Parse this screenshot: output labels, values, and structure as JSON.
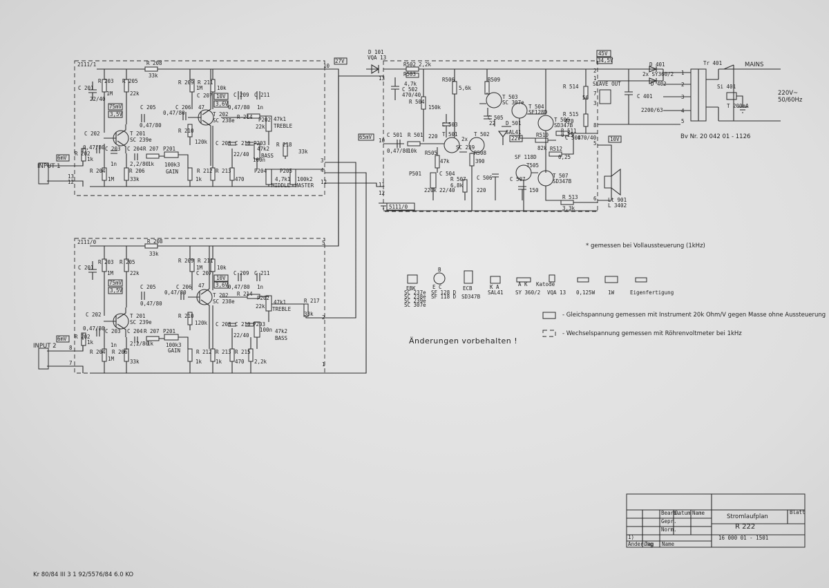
{
  "board1": {
    "id": "2111/1",
    "in_label": "INPUT 1",
    "in_level": "6mV",
    "r_labels": [
      "R 203",
      "R 205",
      "R 208",
      "R 209",
      "R 211",
      "R 202",
      "R 204",
      "R 206",
      "R 207",
      "R 210",
      "R 212",
      "R 213",
      "R 214",
      "R 218"
    ],
    "vals": [
      "1M",
      "22k",
      "33k",
      "1M",
      "10k",
      "1k",
      "1M",
      "33k",
      "1k",
      "120k",
      "1k",
      "470",
      "22k",
      "33k"
    ],
    "c_labels": [
      "C 201",
      "C 202",
      "C 203",
      "C 204",
      "C 205",
      "C 206",
      "C 207",
      "C 208",
      "C 209",
      "C 210",
      "C 211"
    ],
    "c_vals": [
      "22/40",
      "0,47/80",
      "1n",
      "2,2/80",
      "0,47/80",
      "0,47/80",
      "47",
      "",
      "0,47/80",
      "22/40",
      "1n"
    ],
    "t1": "T 201",
    "t1n": "SC 239e",
    "t2": "T 202",
    "t2n": "SC 238e",
    "v1": "75mV",
    "v2": "3,5V",
    "v3": "10V",
    "v4": "3,6V",
    "gain": "GAIN",
    "gain_val": "100k3",
    "treble": "TREBLE",
    "treble_pot": "P202",
    "treble_val": "47k1",
    "bass": "BASS",
    "bass_pot": "P203",
    "bass_val": "47k2",
    "middle": "MIDDLE",
    "middle_pot": "P204",
    "middle_val": "4,7k1",
    "master": "MASTER",
    "master_pot": "P205",
    "master_val": "100k2",
    "pins": [
      "10",
      "13",
      "12",
      "3",
      "4",
      "12"
    ],
    "pin_27": "27V",
    "r214v": "R 214",
    "r214val": "22k",
    "p201": "P201",
    "c100n": "100n"
  },
  "board2": {
    "id": "2111/0",
    "in_label": "INPUT 2",
    "in_level": "6mV",
    "t1": "T 201",
    "t1n": "SC 239e",
    "t2": "T 202",
    "t2n": "SC 238e",
    "v1": "75mV",
    "v2": "3,5V",
    "v3": "10V",
    "v4": "3,6V",
    "gain": "GAIN",
    "gain_val": "100k3",
    "treble": "TREBLE",
    "treble_val": "47k1",
    "treble_pot": "P202",
    "bass": "BASS",
    "bass_val": "47k2",
    "bass_pot": "P203",
    "r217": "R 217",
    "r217v": "33k",
    "r_labels": [
      "R 203",
      "R 205",
      "R 208",
      "R 209",
      "R 211",
      "R 202",
      "R 204",
      "R 206",
      "R 207",
      "R 210",
      "R 212",
      "R 213",
      "R 214",
      "R 215"
    ],
    "vals": [
      "1M",
      "22k",
      "33k",
      "1M",
      "10k",
      "1k",
      "1M",
      "33k",
      "1k",
      "120k",
      "1k",
      "1k",
      "22k",
      "470",
      "2,2k"
    ],
    "c_labels": [
      "C 201",
      "C 202",
      "C 203",
      "C 204",
      "C 205",
      "C 206",
      "C 207",
      "C 208",
      "C 209",
      "C 210",
      "C 211"
    ],
    "c_vals": [
      "",
      "0,47/80",
      "1n",
      "2,2/80",
      "0,47/80",
      "0,47/80",
      "47",
      "",
      "0,47/80",
      "22/40",
      "1n"
    ],
    "pins": [
      "5",
      "8",
      "7",
      "2",
      "1"
    ],
    "p201": "P201",
    "c100n": "100n"
  },
  "power": {
    "id": "5111/0",
    "d101": "D 101",
    "d101n": "VQA 13",
    "r502": "R502",
    "r502v": "2,2k",
    "r503": "R503",
    "r503v": "4,7k",
    "c502": "C 502",
    "c502v": "470/40",
    "r504": "R 504",
    "r504v": "150k",
    "r506": "R506",
    "r506v": "5,6k",
    "r509": "R509",
    "t503": "T 503",
    "t503n": "SC 307e",
    "t504": "T 504",
    "t504n": "SF128D",
    "c505": "C 505",
    "c505v": "22",
    "d501": "D 501",
    "d501n": "SAL41",
    "t506": "T 506",
    "t506n": "SD347B",
    "r511": "R 511",
    "r511v": "0,25",
    "r514": "R 514",
    "r515": "R 515",
    "r515v": "470",
    "c503": "C 503",
    "c503v": "220",
    "t501": "T 501",
    "t502": "T 502",
    "t50x": "2x",
    "t50xn": "SC 239",
    "c501": "C 501",
    "c501v": "0,47/80",
    "r501": "R 501",
    "r501v": "10k",
    "r505": "R505",
    "r505v": "47k",
    "r508": "R508",
    "r508v": "390",
    "p501": "P501",
    "p501v": "220k",
    "c504": "C 504",
    "c504v": "22/40",
    "r507": "R 507",
    "r507v": "6,8k",
    "c506": "C 506",
    "c506v": "220",
    "r510": "R510",
    "r510v": "82k",
    "r512": "R512",
    "r512v": "0,25",
    "c508": "C 508",
    "c508v": "470/40",
    "t505": "T505",
    "t505n": "SF 118D",
    "c507": "C 507",
    "c507v": "150",
    "t507": "T 507",
    "t507n": "SD347B",
    "r513": "R 513",
    "r513v": "3,3k",
    "v22": "22V",
    "v10": "10V",
    "v65": "65mV",
    "v45": "45V",
    "v345": "34,5V",
    "slave": "SLAVE OUT",
    "pins": [
      "10",
      "2",
      "13",
      "11",
      "12",
      "3",
      "7",
      "5",
      "8",
      "6",
      "1"
    ],
    "pins2": [
      "2",
      "56"
    ]
  },
  "mains": {
    "d401": "D 401",
    "d402": "D 402",
    "d40x": "2x SY360/2",
    "c401": "C 401",
    "c401v": "2200/63",
    "tr": "Tr 401",
    "si": "Si 401",
    "fuse": "T 200mA",
    "mains": "MAINS",
    "mains_v": "220V~",
    "mains_f": "50/60Hz",
    "bvnr": "Bv Nr. 20 042 01 - 1126",
    "pins": [
      "1",
      "2",
      "3",
      "4",
      "5"
    ]
  },
  "speaker": {
    "label": "Lt 901",
    "type": "L 3402"
  },
  "legend": {
    "note": "*  gemessen bei Vollaussteuerung (1kHz)",
    "parts": [
      "SC 237e",
      "SC 238e",
      "SC 239e",
      "SC 307e",
      "SF 128 D",
      "SF 118 D",
      "SD347B",
      "SAL41",
      "SY 360/2",
      "VQA 13",
      "0,125W",
      "1W",
      "Eigenfertigung"
    ],
    "pinout": [
      "EBK",
      "ECB",
      "B",
      "E C",
      "K A",
      "A K",
      "Katode"
    ],
    "dc": "- Gleichspannung gemessen mit Instrument 20k Ohm/V gegen Masse ohne Aussteuerung",
    "ac": "- Wechselspannung gemessen mit Röhrenvoltmeter bei 1kHz",
    "changes": "Änderungen vorbehalten !"
  },
  "titleblock": {
    "title": "Stromlaufplan",
    "model": "R 222",
    "number": "16 000 01 - 1501",
    "rows": [
      "Bearb.",
      "Gepr.",
      "Norm.",
      "Datum",
      "Name"
    ],
    "small": [
      "Änderung",
      "Tag",
      "Name"
    ],
    "seg": "1) ",
    "blatt": "Blatt"
  },
  "footer": "Kr 80/84  III 3 1  92/5576/84  6.0  KO"
}
